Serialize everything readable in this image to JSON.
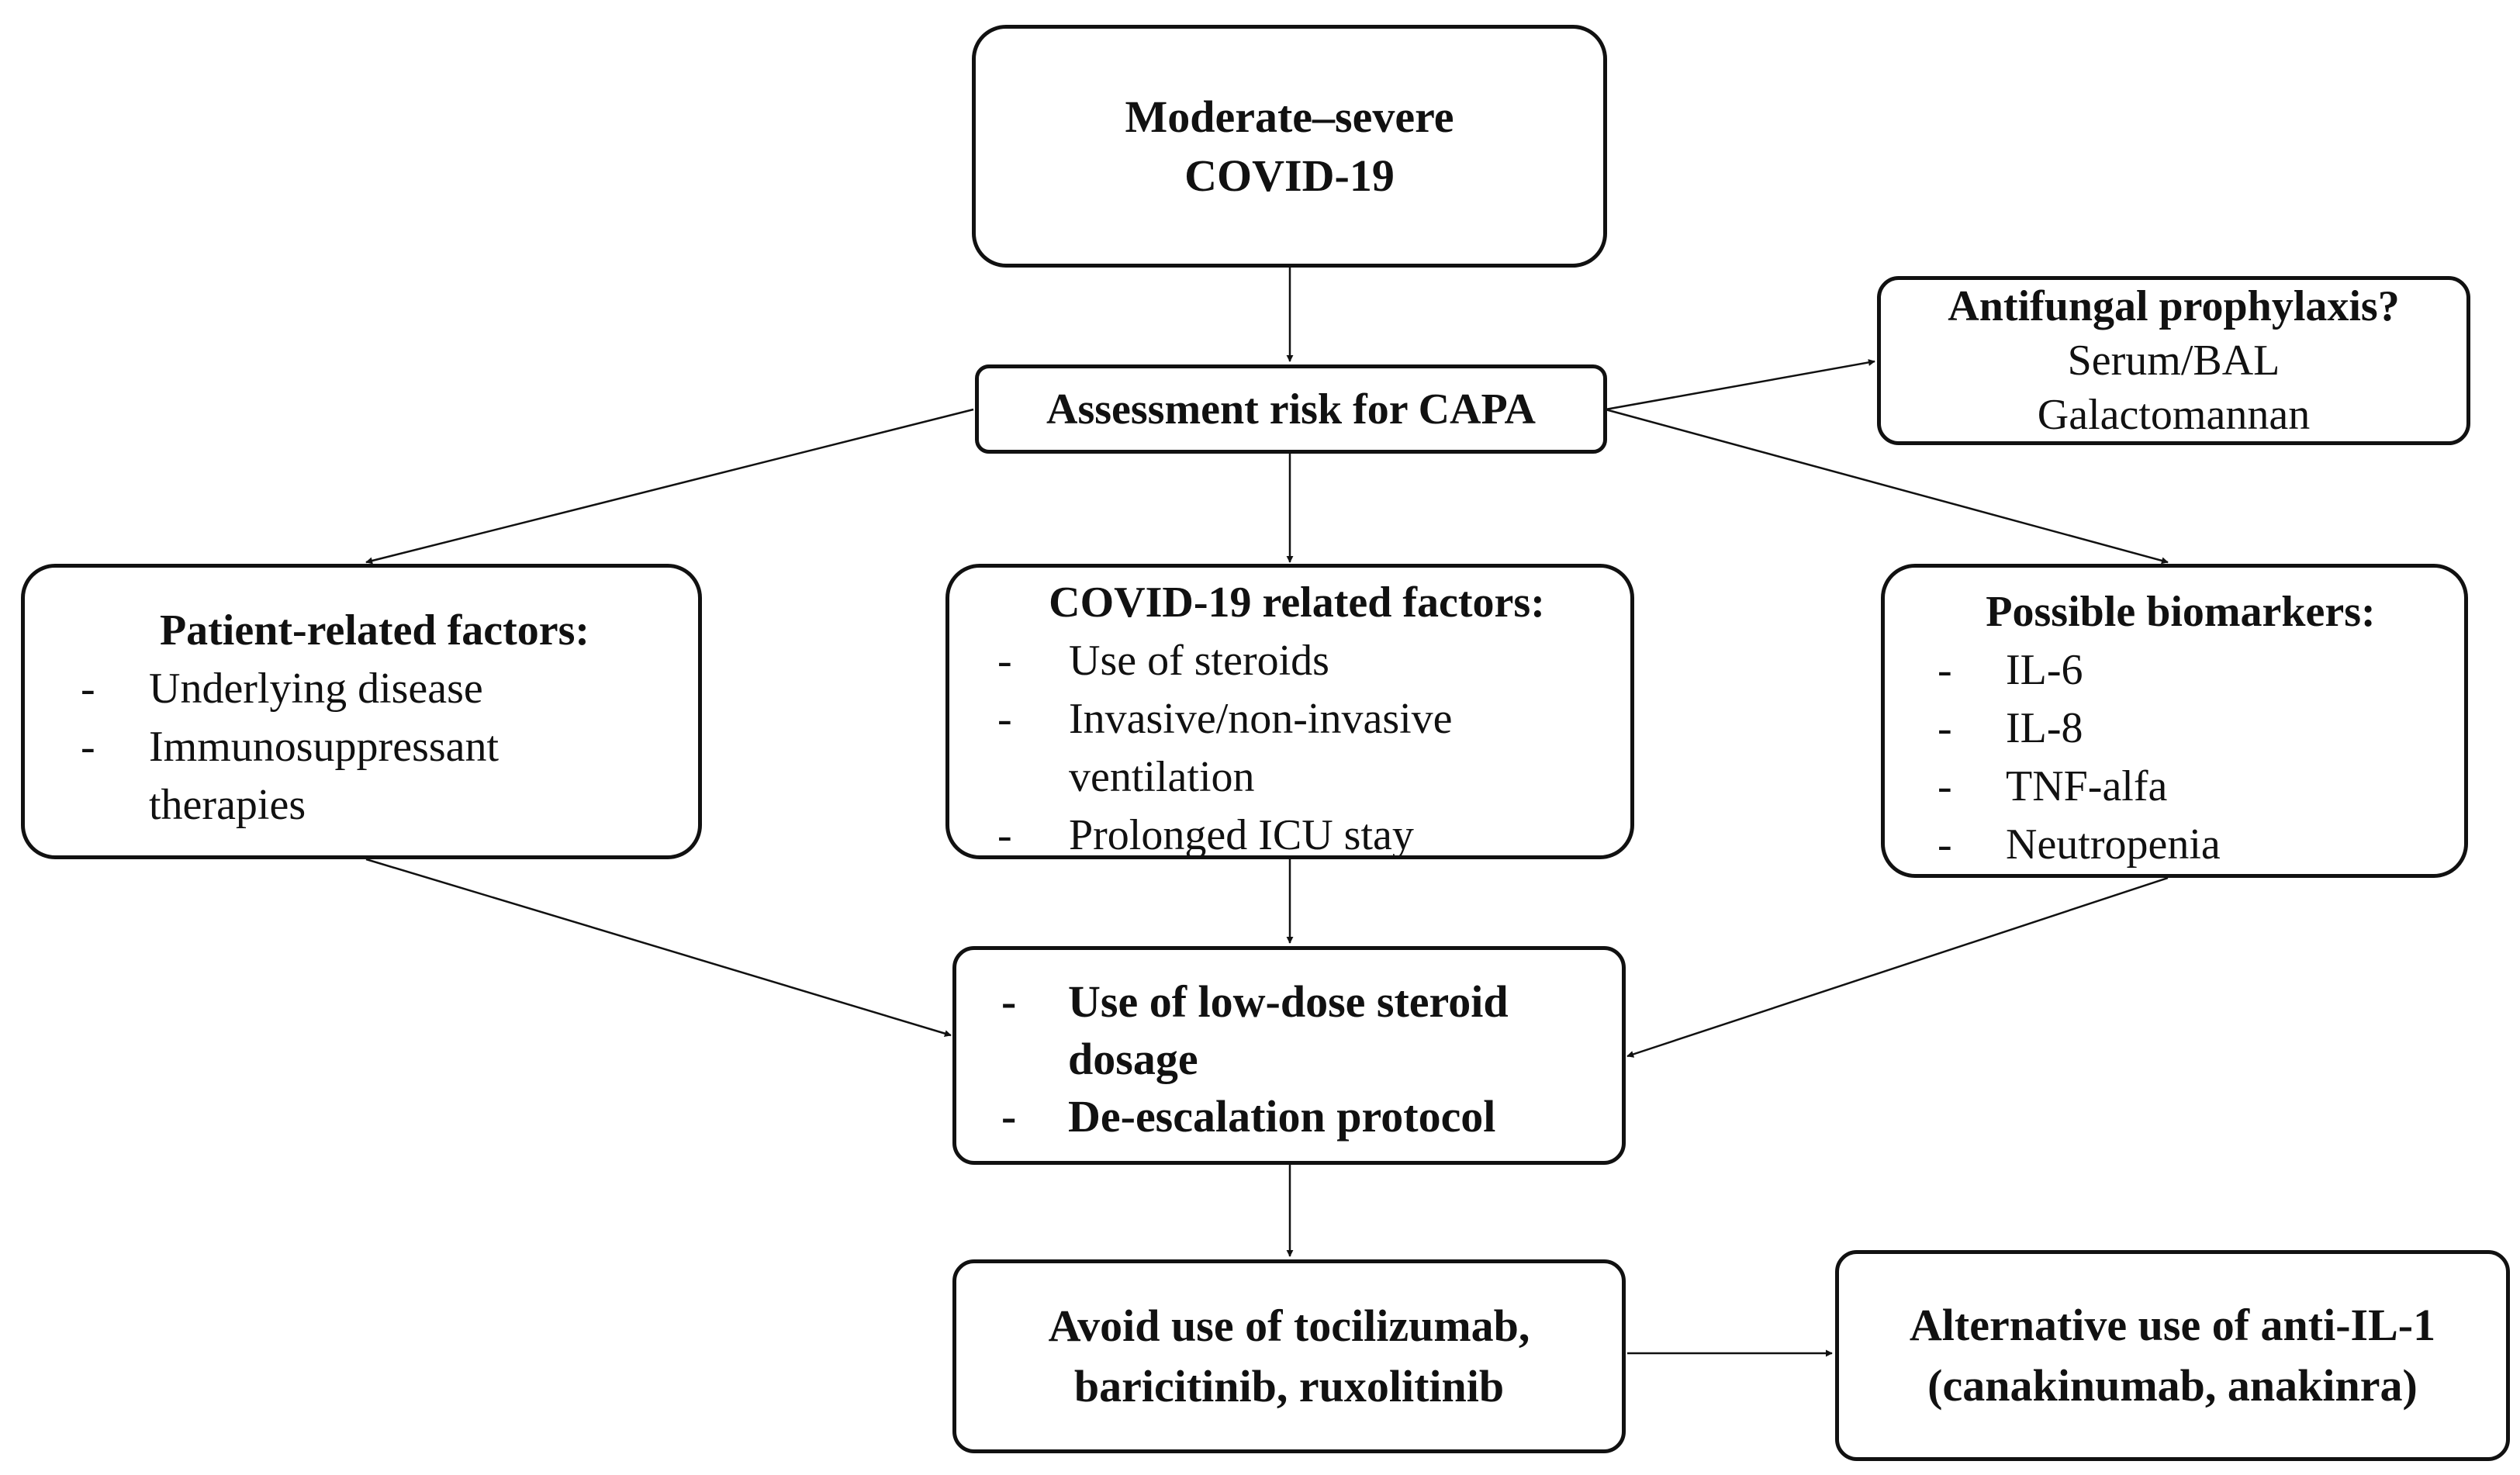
{
  "nodes": {
    "start": {
      "line1": "Moderate–severe",
      "line2": "COVID-19"
    },
    "assessment": {
      "label": "Assessment risk for CAPA"
    },
    "antifungal": {
      "title": "Antifungal prophylaxis?",
      "line1": "Serum/BAL",
      "line2": "Galactomannan"
    },
    "patient": {
      "title": "Patient-related factors:",
      "items": [
        {
          "dash": "-",
          "text": "Underlying disease"
        },
        {
          "dash": "-",
          "text": "Immunosuppressant",
          "text2": "therapies"
        }
      ]
    },
    "covid": {
      "title": "COVID-19 related factors:",
      "items": [
        {
          "dash": "-",
          "text": "Use of steroids"
        },
        {
          "dash": "-",
          "text": "Invasive/non-invasive",
          "text2": "ventilation"
        },
        {
          "dash": "-",
          "text": "Prolonged ICU stay"
        }
      ]
    },
    "biomarkers": {
      "title": "Possible biomarkers:",
      "items": [
        {
          "dash": "-",
          "text": "IL-6"
        },
        {
          "dash": "-",
          "text": "IL-8"
        },
        {
          "dash": "-",
          "text": "TNF-alfa"
        },
        {
          "dash": "-",
          "text": "Neutropenia"
        }
      ]
    },
    "steroid": {
      "items": [
        {
          "dash": "-",
          "text": "Use of low-dose steroid",
          "text2": "dosage"
        },
        {
          "dash": "-",
          "text": "De-escalation protocol"
        }
      ]
    },
    "avoid": {
      "line1": "Avoid use of tocilizumab,",
      "line2": "baricitinib, ruxolitinib"
    },
    "alternative": {
      "line1": "Alternative use of anti-IL-1",
      "line2": "(canakinumab, anakinra)"
    }
  },
  "colors": {
    "stroke": "#111111",
    "background": "#ffffff"
  }
}
